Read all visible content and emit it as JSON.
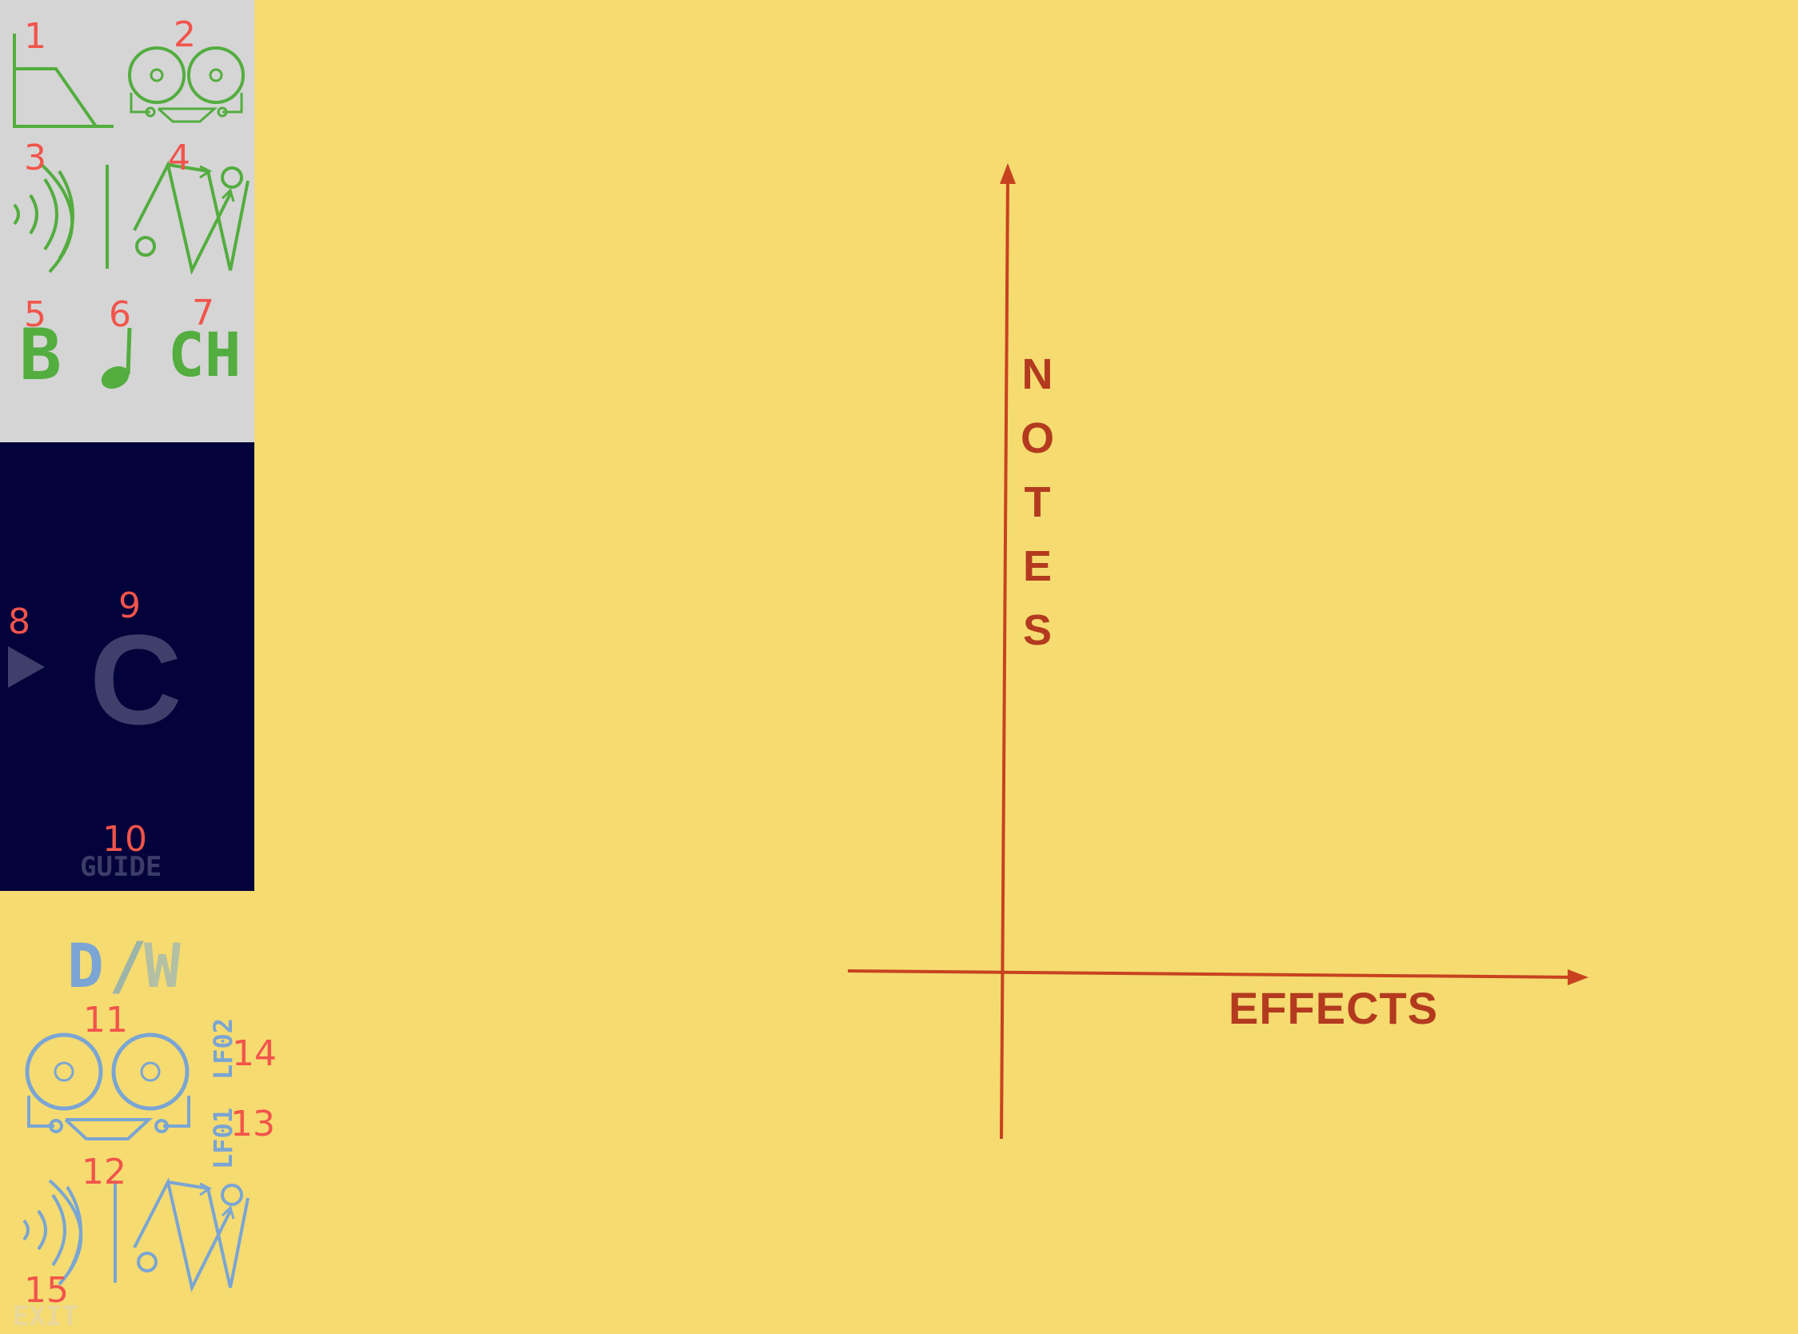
{
  "badges": [
    "1",
    "2",
    "3",
    "4",
    "5",
    "6",
    "7",
    "8",
    "9",
    "10",
    "11",
    "12",
    "13",
    "14",
    "15"
  ],
  "letters": {
    "b_label": "B",
    "ch_label": "CH",
    "c_label": "C",
    "d_label": "D",
    "slash": "/",
    "w_label": "W"
  },
  "nav": {
    "guide_label": "GUIDE",
    "exit_label": "EXIT"
  },
  "lfo": {
    "lfo1_label": "LF01",
    "lfo2_label": "LF02"
  },
  "graph": {
    "y_label": "N\nO\nT\nE\nS",
    "x_label": "EFFECTS"
  },
  "colors": {
    "background": "#f5db70",
    "top_panel": "#d5d5d5",
    "mid_panel": "#03023a",
    "green_icons": "#53ad3f",
    "blue_icons": "#7aa5d4",
    "badge": "#f2544b",
    "axis": "#c8421f"
  },
  "icons": [
    "filter-envelope-icon",
    "tape-reel-icon",
    "resonance-waves-icon",
    "routing-patch-icon",
    "music-note-icon",
    "play-arrow-icon"
  ]
}
